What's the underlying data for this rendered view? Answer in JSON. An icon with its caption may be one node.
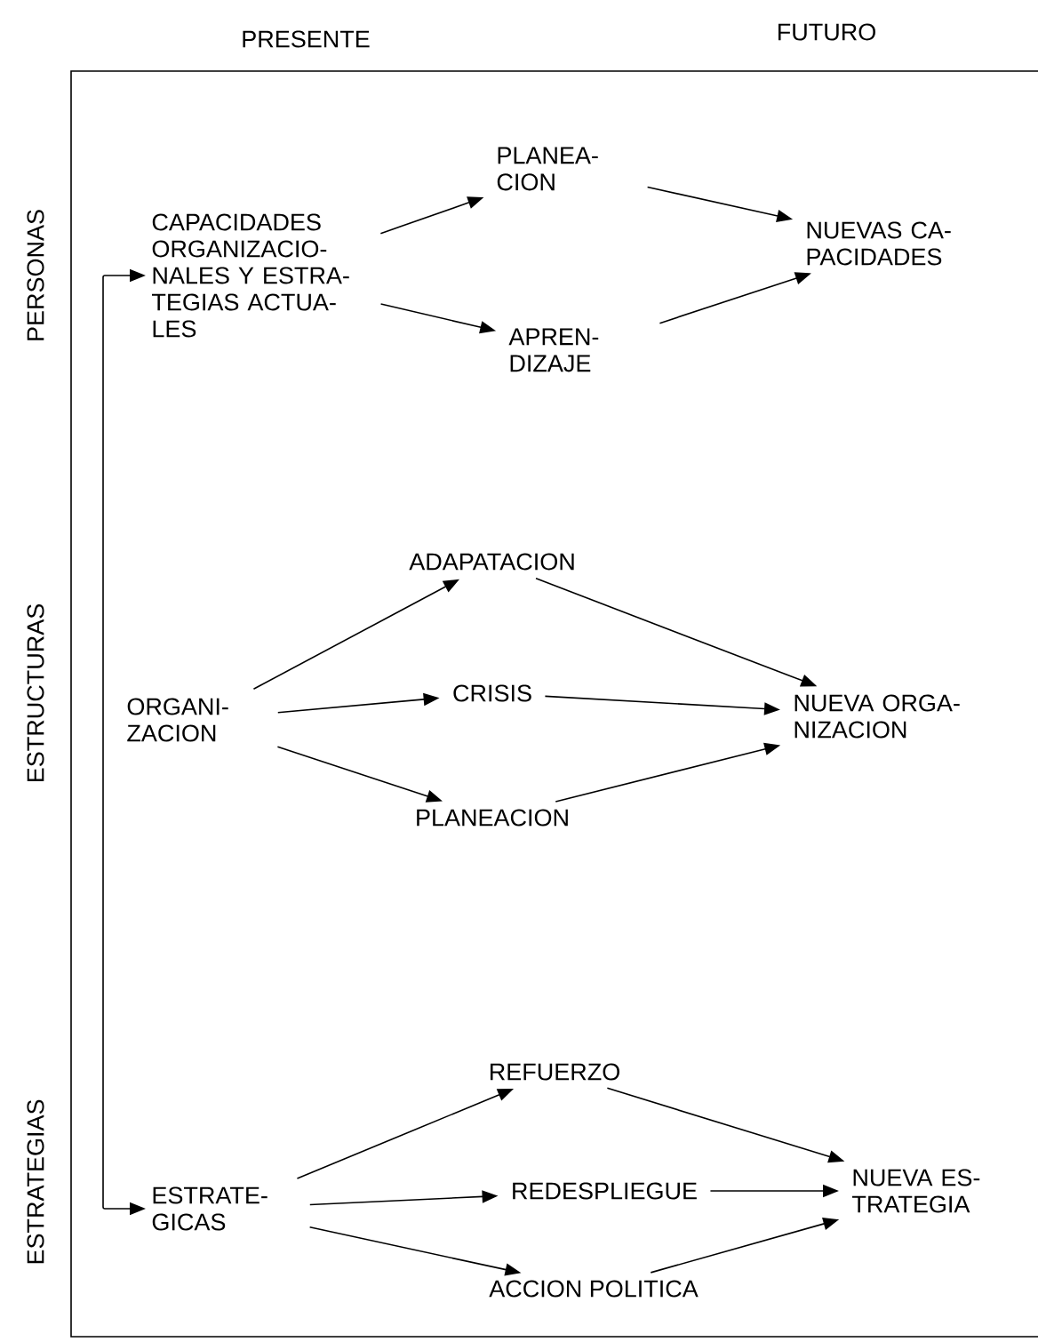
{
  "diagram": {
    "nodes": [
      {
        "text": [
          "CAPACIDADES ORGANIZACIO- NALES Y ESTRA- TEGIAS ACTUA- LES"
        ]
      },
      {
        "text": [
          "PLANEA- CION"
        ]
      },
      {
        "text": [
          "APREN- DIZAJE"
        ]
      },
      {
        "text": [
          "NUEVAS CA- PACIDADES"
        ]
      },
      {
        "text": [
          "ORGANI- ZACION"
        ]
      },
      {
        "text": [
          "ADAPATACION"
        ]
      },
      {
        "text": [
          "CRISIS"
        ]
      },
      {
        "text": [
          "PLANEACION"
        ]
      },
      {
        "text": [
          "NUEVA ORGA- NIZACION"
        ]
      },
      {
        "text": [
          "ESTRATE- GICAS"
        ]
      },
      {
        "text": [
          "REFUERZO"
        ]
      },
      {
        "text": [
          "REDESPLIEGUE"
        ]
      },
      {
        "text": [
          "ACCION POLITICA"
        ]
      },
      {
        "text": [
          "NUEVA ES- TRATEGIA"
        ]
      }
    ],
    "edges": [
      {
        "from": 0,
        "to": 1,
        "arrow": "to"
      },
      {
        "from": 0,
        "to": 2,
        "arrow": "to"
      },
      {
        "from": 1,
        "to": 3,
        "arrow": "to"
      },
      {
        "from": 2,
        "to": 3,
        "arrow": "to"
      },
      {
        "from": 4,
        "to": 5,
        "arrow": "to"
      },
      {
        "from": 4,
        "to": 6,
        "arrow": "to"
      },
      {
        "from": 4,
        "to": 7,
        "arrow": "to"
      },
      {
        "from": 5,
        "to": 8,
        "arrow": "to"
      },
      {
        "from": 6,
        "to": 8,
        "arrow": "to"
      },
      {
        "from": 7,
        "to": 8,
        "arrow": "to"
      },
      {
        "from": 9,
        "to": 10,
        "arrow": "to"
      },
      {
        "from": 9,
        "to": 11,
        "arrow": "to"
      },
      {
        "from": 9,
        "to": 12,
        "arrow": "to"
      },
      {
        "from": 10,
        "to": 13,
        "arrow": "to"
      },
      {
        "from": 11,
        "to": 13,
        "arrow": "to"
      },
      {
        "from": 12,
        "to": 13,
        "arrow": "to"
      },
      {
        "from": 0,
        "to": 9,
        "arrow": "both"
      }
    ],
    "labels": [
      "PRESENTE",
      "FUTURO",
      "PERSONAS",
      "ESTRUCTURAS",
      "ESTRATEGIAS"
    ]
  }
}
